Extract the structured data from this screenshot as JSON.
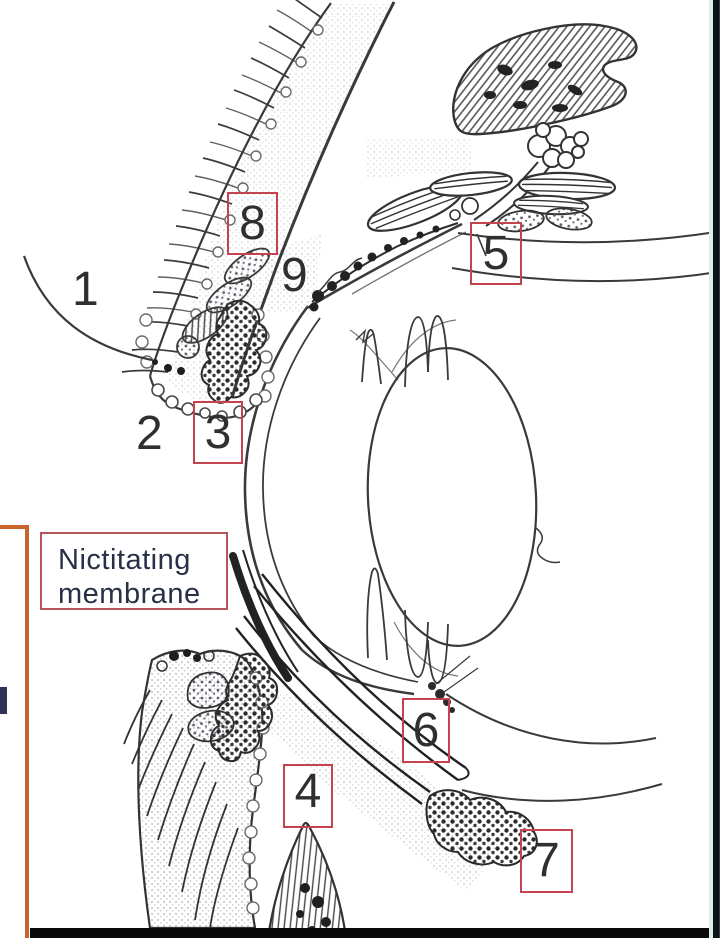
{
  "colors": {
    "annotation_box_red": "#c4434e",
    "callout_box_red": "#b5545a",
    "frame_orange": "#c9652b",
    "drawing_ink": "#3a3a3a",
    "callout_text_navy": "#283048",
    "bottom_bar": "#0a0a0a",
    "right_strip_dark": "#0e1316",
    "right_strip_light": "#ddecee"
  },
  "callout": {
    "line1": "Nictitating",
    "line2": "membrane"
  },
  "annotation_labels": [
    {
      "text": "1",
      "boxed": false
    },
    {
      "text": "2",
      "boxed": false
    },
    {
      "text": "3",
      "boxed": true
    },
    {
      "text": "4",
      "boxed": true
    },
    {
      "text": "5",
      "boxed": true
    },
    {
      "text": "6",
      "boxed": true
    },
    {
      "text": "7",
      "boxed": true
    },
    {
      "text": "8",
      "boxed": true
    },
    {
      "text": "9",
      "boxed": false
    }
  ]
}
